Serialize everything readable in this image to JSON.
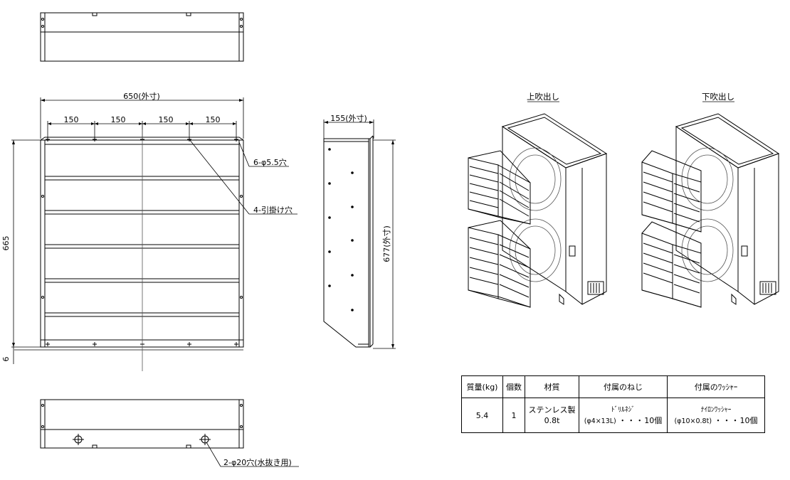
{
  "labels": {
    "width_outer": "650(外寸)",
    "pitch": "150",
    "height": "665",
    "bottom_offset": "6",
    "hole_mount": "6-φ5.5穴",
    "hole_hook": "4-引掛け穴",
    "side_depth": "155(外寸)",
    "side_height": "677(外寸)",
    "drain_hole": "2-φ20穴(水抜き用)",
    "view_up": "上吹出し",
    "view_down": "下吹出し"
  },
  "table": {
    "headers": {
      "mass": "質量(kg)",
      "qty": "個数",
      "material": "材質",
      "screw": "付属のねじ",
      "washer": "付属のﾜｯｼｬｰ"
    },
    "row": {
      "mass": "5.4",
      "qty": "1",
      "material_line1": "ステンレス製",
      "material_line2": "0.8t",
      "screw_name": "ﾄﾞﾘﾙﾈｼﾞ",
      "screw_size": "(φ4×13L)",
      "screw_count": "10個",
      "washer_name": "ﾅｲﾛﾝﾜｯｼｬｰ",
      "washer_size": "(φ10×0.8t)",
      "washer_count": "10個"
    }
  },
  "colors": {
    "line": "#000000",
    "background": "#ffffff"
  }
}
